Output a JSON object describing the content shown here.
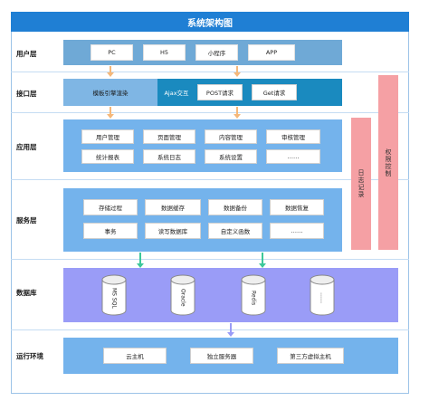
{
  "title": "系统架构图",
  "layers": {
    "user": "用户层",
    "interface": "接口层",
    "application": "应用层",
    "service": "服务层",
    "database": "数据库",
    "runtime": "运行环境"
  },
  "user_items": [
    "PC",
    "H5",
    "小程序",
    "APP"
  ],
  "interface_items": {
    "template": "模板引擎渲染",
    "ajax": "Ajax交互",
    "post": "POST请求",
    "get": "Get请求"
  },
  "app_items": [
    "用户管理",
    "页面管理",
    "内容管理",
    "审核管理",
    "统计报表",
    "系统日志",
    "系统设置",
    "……"
  ],
  "service_items": [
    "存储过程",
    "数据缓存",
    "数据备份",
    "数据恢复",
    "事务",
    "读写数据库",
    "自定义函数",
    "……"
  ],
  "db_items": [
    "MS SQL",
    "Oracle",
    "Redis",
    "……"
  ],
  "runtime_items": [
    "云主机",
    "独立服务器",
    "第三方虚拟主机"
  ],
  "side_panels": {
    "log": "日志记录",
    "permission": "权限控制"
  },
  "colors": {
    "title_bar": "#1f7fd4",
    "panel_blue": "#74b3ec",
    "panel_dark": "#1a8abf",
    "panel_purple": "#9a9cf7",
    "side_pink": "#f5a0a4",
    "arrow_orange": "#f5b87a",
    "arrow_green": "#3cc89a",
    "arrow_purple": "#9a9cf7"
  }
}
